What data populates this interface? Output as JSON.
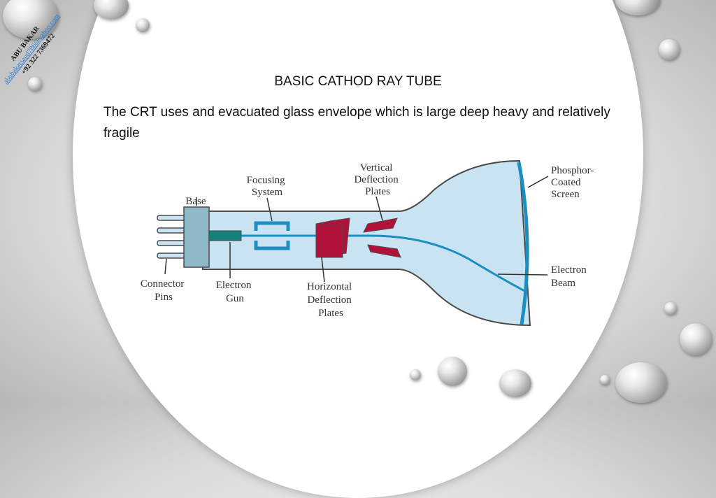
{
  "slide": {
    "title": "BASIC CATHOD RAY TUBE",
    "body": "The CRT uses and evacuated glass envelope which is large deep heavy and relatively fragile"
  },
  "stamp": {
    "name": "ABU BAKAR",
    "email": "abubakarsaud786@yahoo.com",
    "phone": "+92 322 7369472"
  },
  "diagram": {
    "labels": {
      "base": "Base",
      "focusing": [
        "Focusing",
        "System"
      ],
      "vertical": [
        "Vertical",
        "Deflection",
        "Plates"
      ],
      "phosphor": [
        "Phosphor-",
        "Coated",
        "Screen"
      ],
      "connector": [
        "Connector",
        "Pins"
      ],
      "gun": [
        "Electron",
        "Gun"
      ],
      "horizontal": [
        "Horizontal",
        "Deflection",
        "Plates"
      ],
      "beam": [
        "Electron",
        "Beam"
      ]
    },
    "colors": {
      "glass": "#c9e3f3",
      "outline": "#4a4a4a",
      "base": "#8fb8c8",
      "gun": "#13807a",
      "plates": "#b0123a",
      "beam": "#1a8fc0",
      "screen": "#1a8fc0"
    }
  }
}
